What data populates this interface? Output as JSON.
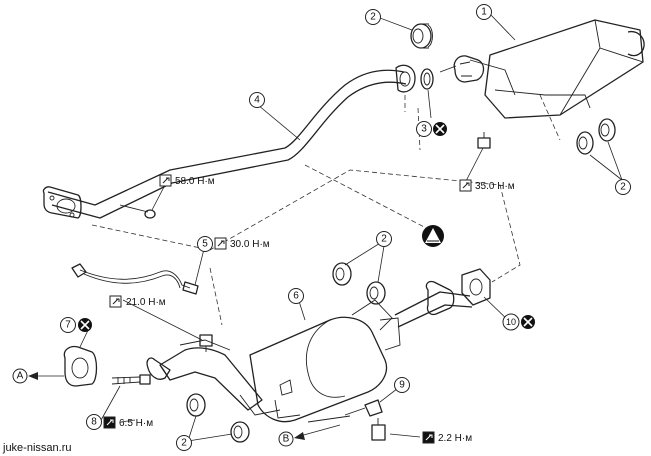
{
  "callouts": [
    {
      "id": "c1",
      "number": "1"
    },
    {
      "id": "c2a",
      "number": "2"
    },
    {
      "id": "c3",
      "number": "3"
    },
    {
      "id": "c4",
      "number": "4"
    },
    {
      "id": "c2b",
      "number": "2"
    },
    {
      "id": "c5",
      "number": "5"
    },
    {
      "id": "c2c",
      "number": "2"
    },
    {
      "id": "c6",
      "number": "6"
    },
    {
      "id": "c7",
      "number": "7"
    },
    {
      "id": "c10",
      "number": "10"
    },
    {
      "id": "c8",
      "number": "8"
    },
    {
      "id": "c9",
      "number": "9"
    },
    {
      "id": "c2d",
      "number": "2"
    }
  ],
  "torques": {
    "t1": "58.0 Н·м",
    "t2": "35.0 Н·м",
    "t3": "30.0 Н·м",
    "t4": "21.0 Н·м",
    "t5": "6.5 Н·м",
    "t6": "2.2 Н·м"
  },
  "direction_labels": {
    "a": "A",
    "b": "B"
  },
  "watermark": "juke-nissan.ru",
  "colors": {
    "ink": "#222222",
    "background": "#ffffff"
  },
  "icons": {
    "torque": "torque-wrench-icon",
    "discard": "do-not-reuse-icon",
    "front": "front-arrow-icon"
  }
}
